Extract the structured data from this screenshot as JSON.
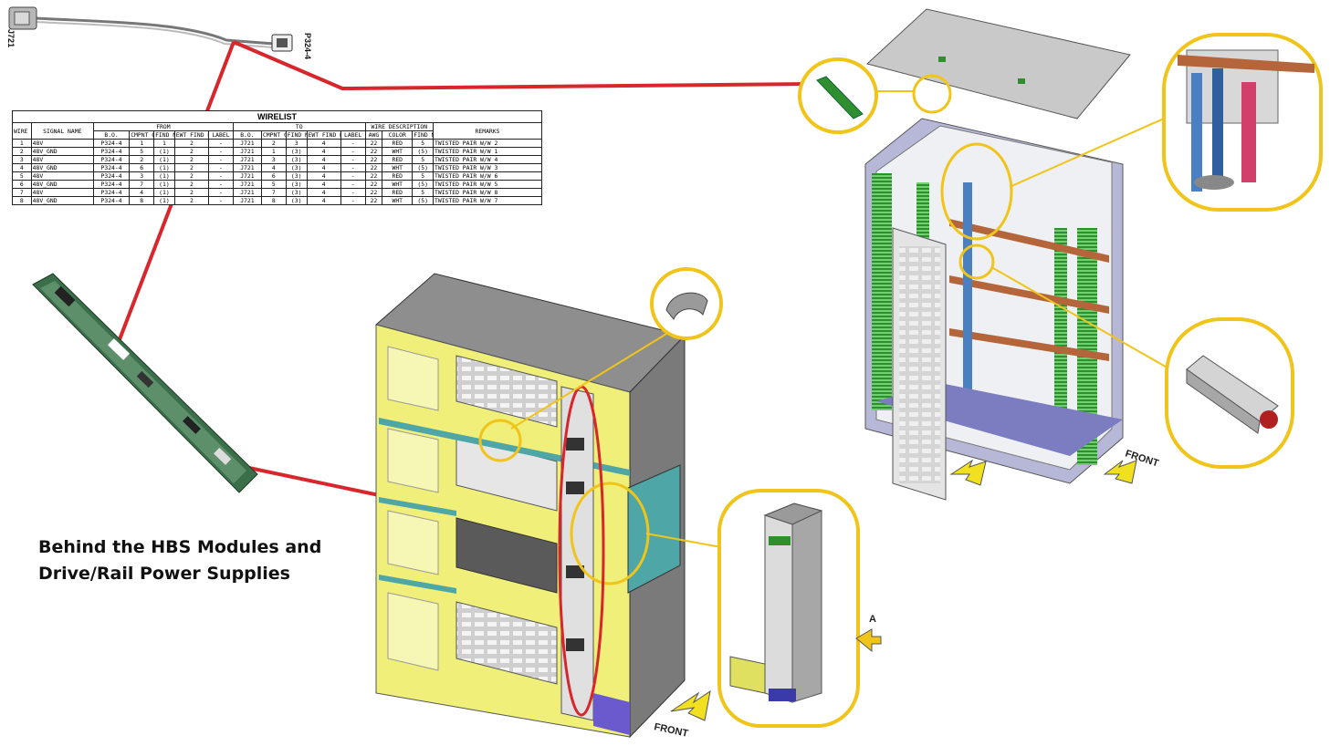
{
  "caption": {
    "line1": "Behind the HBS Modules and",
    "line2": "Drive/Rail Power Supplies"
  },
  "connectors": {
    "left": "J721",
    "right": "P324-4"
  },
  "front_labels": {
    "frame": "FRONT",
    "cabinet": "FRONT",
    "arrow_a": "A"
  },
  "wirelist": {
    "title": "WIRELIST",
    "groups": {
      "from": "FROM",
      "to": "TO",
      "wire_desc": "WIRE DESCRIPTION"
    },
    "headers": {
      "wire_no": "WIRE NO.",
      "signal": "SIGNAL NAME",
      "bo": "B.O.",
      "cmpnt": "CMPNT CODE",
      "find": "FIND NO.",
      "ewt": "EWT FIND NO.",
      "label": "LABEL",
      "awg": "AWG",
      "color": "COLOR",
      "remarks": "REMARKS"
    },
    "rows": [
      [
        "1",
        "48V",
        "P324-4",
        "1",
        "1",
        "2",
        "-",
        "J721",
        "2",
        "3",
        "4",
        "-",
        "22",
        "RED",
        "5",
        "TWISTED PAIR W/W 2"
      ],
      [
        "2",
        "48V_GND",
        "P324-4",
        "5",
        "(1)",
        "2",
        "-",
        "J721",
        "1",
        "(3)",
        "4",
        "-",
        "22",
        "WHT",
        "(5)",
        "TWISTED PAIR W/W 1"
      ],
      [
        "3",
        "48V",
        "P324-4",
        "2",
        "(1)",
        "2",
        "-",
        "J721",
        "3",
        "(3)",
        "4",
        "-",
        "22",
        "RED",
        "5",
        "TWISTED PAIR W/W 4"
      ],
      [
        "4",
        "48V_GND",
        "P324-4",
        "6",
        "(1)",
        "2",
        "-",
        "J721",
        "4",
        "(3)",
        "4",
        "-",
        "22",
        "WHT",
        "(5)",
        "TWISTED PAIR W/W 3"
      ],
      [
        "5",
        "48V",
        "P324-4",
        "3",
        "(1)",
        "2",
        "-",
        "J721",
        "6",
        "(3)",
        "4",
        "-",
        "22",
        "RED",
        "5",
        "TWISTED PAIR W/W 6"
      ],
      [
        "6",
        "48V_GND",
        "P324-4",
        "7",
        "(1)",
        "2",
        "-",
        "J721",
        "5",
        "(3)",
        "4",
        "-",
        "22",
        "WHT",
        "(5)",
        "TWISTED PAIR W/W 5"
      ],
      [
        "7",
        "48V",
        "P324-4",
        "4",
        "(1)",
        "2",
        "-",
        "J721",
        "7",
        "(3)",
        "4",
        "-",
        "22",
        "RED",
        "5",
        "TWISTED PAIR W/W 8"
      ],
      [
        "8",
        "48V_GND",
        "P324-4",
        "8",
        "(1)",
        "2",
        "-",
        "J721",
        "8",
        "(3)",
        "4",
        "-",
        "22",
        "WHT",
        "(5)",
        "TWISTED PAIR W/W 7"
      ]
    ]
  },
  "colors": {
    "highlight_ring": "#f0c419",
    "connector_line": "#d8262c",
    "frame_yellow": "#e8e85a",
    "cabinet_gray": "#8a8a8a",
    "board_green": "#3f8f3f",
    "module_teal": "#4fa6a6"
  }
}
